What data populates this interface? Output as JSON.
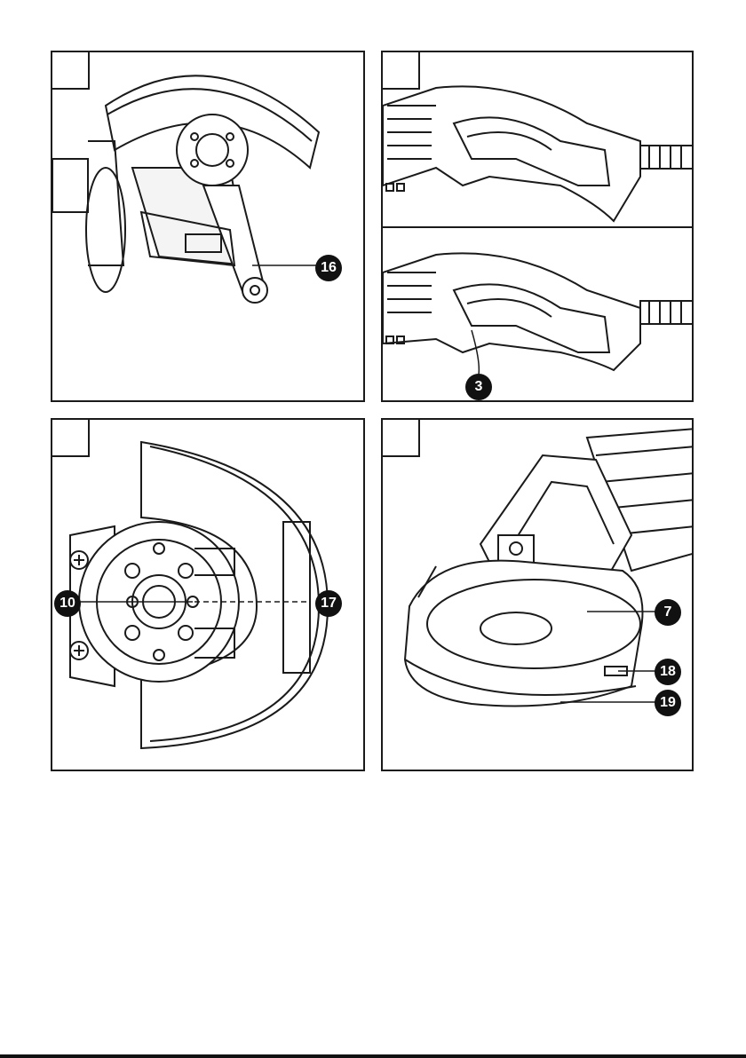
{
  "figures": [
    {
      "id": "fig-spanner",
      "callouts": [
        "16"
      ]
    },
    {
      "id": "fig-handle",
      "callouts": [
        "3"
      ]
    },
    {
      "id": "fig-flange",
      "callouts": [
        "10",
        "17"
      ]
    },
    {
      "id": "fig-guard",
      "callouts": [
        "7",
        "18",
        "19"
      ]
    }
  ],
  "callouts": {
    "c16": "16",
    "c3": "3",
    "c10": "10",
    "c17": "17",
    "c7": "7",
    "c18": "18",
    "c19": "19"
  },
  "colors": {
    "ink": "#1a1a1a",
    "paper": "#ffffff"
  }
}
